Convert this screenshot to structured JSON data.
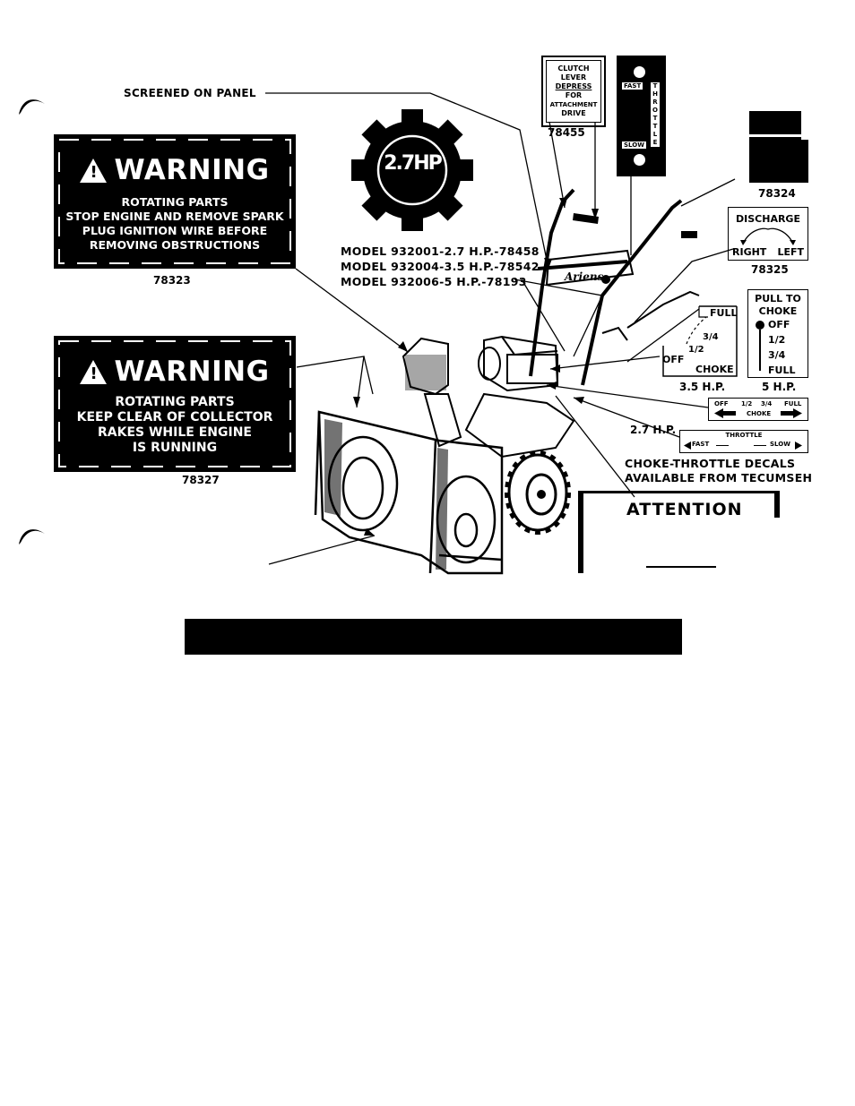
{
  "callouts": {
    "screened_on_panel": "SCREENED ON PANEL",
    "models": [
      "MODEL 932001-2.7 H.P.-78458",
      "MODEL 932004-3.5 H.P.-78542",
      "MODEL 932006-5 H.P.-78193"
    ],
    "choke_throttle_decals": [
      "CHOKE-THROTTLE DECALS",
      "AVAILABLE FROM TECUMSEH"
    ]
  },
  "warning1": {
    "title": "WARNING",
    "lines": [
      "ROTATING PARTS",
      "STOP ENGINE AND REMOVE SPARK",
      "PLUG IGNITION WIRE BEFORE",
      "REMOVING OBSTRUCTIONS"
    ],
    "code": "78323"
  },
  "warning2": {
    "title": "WARNING",
    "lines": [
      "ROTATING PARTS",
      "KEEP CLEAR OF COLLECTOR",
      "RAKES WHILE ENGINE",
      "IS RUNNING"
    ],
    "code": "78327"
  },
  "hp_badge": "2.7HP",
  "clutch_decal": {
    "lines": [
      "CLUTCH",
      "LEVER",
      "DEPRESS",
      "FOR",
      "ATTACHMENT",
      "DRIVE"
    ],
    "code": "78455"
  },
  "throttle_decal": {
    "fast": "FAST",
    "slow": "SLOW",
    "letters": [
      "T",
      "H",
      "R",
      "O",
      "T",
      "T",
      "L",
      "E"
    ]
  },
  "decal_78324": {
    "code": "78324"
  },
  "discharge_decal": {
    "title": "DISCHARGE",
    "right": "RIGHT",
    "left": "LEFT",
    "code": "78325"
  },
  "choke_35": {
    "full": "FULL",
    "three_quarter": "3/4",
    "half": "1/2",
    "off": "OFF",
    "choke": "CHOKE",
    "label": "3.5 H.P."
  },
  "choke_5": {
    "lines": [
      "PULL TO",
      "CHOKE"
    ],
    "items": [
      "OFF",
      "1/2",
      "3/4",
      "FULL"
    ],
    "label": "5 H.P."
  },
  "choke_27": {
    "labels": [
      "OFF",
      "1/2",
      "3/4",
      "FULL"
    ],
    "choke": "CHOKE",
    "label": "2.7 H.P."
  },
  "throttle_27": {
    "title": "THROTTLE",
    "fast": "FAST",
    "slow": "SLOW"
  },
  "handle_brand": "Ariens",
  "attention": {
    "title": "ATTENTION"
  }
}
